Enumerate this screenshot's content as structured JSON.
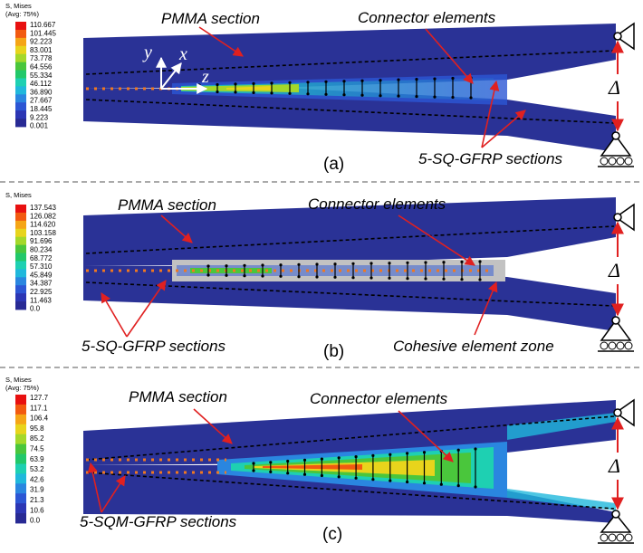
{
  "panels": [
    {
      "label": "(a)",
      "legend": {
        "title": [
          "S, Mises",
          "(Avg: 75%)"
        ],
        "values": [
          "110.667",
          "101.445",
          "92.223",
          "83.001",
          "73.778",
          "64.556",
          "55.334",
          "46.112",
          "36.890",
          "27.667",
          "18.445",
          "9.223",
          "0.001"
        ]
      },
      "callouts": {
        "pmma": "PMMA section",
        "connector": "Connector elements",
        "gfrp": "5-SQ-GFRP sections"
      },
      "axes": {
        "y": "y",
        "x": "x",
        "z": "z"
      },
      "delta": "Δ"
    },
    {
      "label": "(b)",
      "legend": {
        "title": [
          "S, Mises"
        ],
        "values": [
          "137.543",
          "126.082",
          "114.620",
          "103.158",
          "91.696",
          "80.234",
          "68.772",
          "57.310",
          "45.849",
          "34.387",
          "22.925",
          "11.463",
          "0.0"
        ]
      },
      "callouts": {
        "pmma": "PMMA section",
        "connector": "Connector elements",
        "gfrp": "5-SQ-GFRP sections",
        "cohesive": "Cohesive element zone"
      },
      "delta": "Δ"
    },
    {
      "label": "(c)",
      "legend": {
        "title": [
          "S, Mises",
          "(Avg: 75%)"
        ],
        "values": [
          "127.7",
          "117.1",
          "106.4",
          "95.8",
          "85.2",
          "74.5",
          "63.9",
          "53.2",
          "42.6",
          "31.9",
          "21.3",
          "10.6",
          "0.0"
        ]
      },
      "callouts": {
        "pmma": "PMMA section",
        "connector": "Connector elements",
        "gfrp": "5-SQM-GFRP sections"
      },
      "delta": "Δ"
    }
  ],
  "colors": {
    "beam": "#2a3296",
    "scale": [
      "#e81010",
      "#f25a10",
      "#f5a516",
      "#e8d41c",
      "#a4d82a",
      "#4ac63c",
      "#22c86a",
      "#1ed0b2",
      "#20b8dc",
      "#2a86e0",
      "#2c56d4",
      "#2c36b4",
      "#282a94"
    ],
    "arrow": "#e02020",
    "cohesive": "#c2c2c2",
    "connector": "#f07820"
  }
}
